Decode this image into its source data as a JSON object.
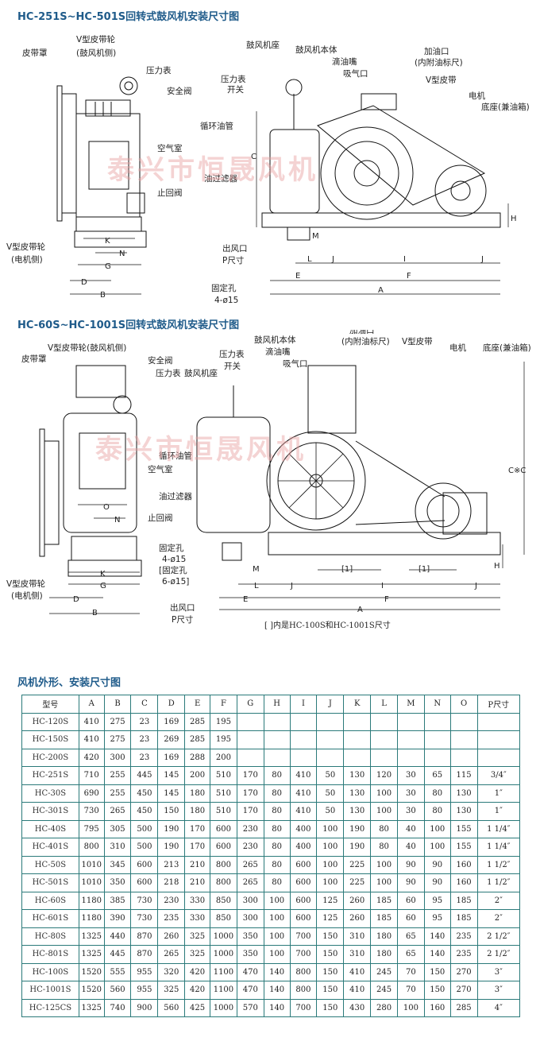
{
  "titles": {
    "top": "HC-251S~HC-501S回转式鼓风机安装尺寸图",
    "middle": "HC-60S~HC-1001S回转式鼓风机安装尺寸图",
    "table": "风机外形、安装尺寸图"
  },
  "watermark": "泰兴市恒晟风机",
  "diagram1": {
    "side_labels": [
      "皮带罩",
      "V型皮带轮",
      "(鼓风机侧)",
      "压力表",
      "安全阀",
      "空气室",
      "止回阀",
      "V型皮带轮",
      "(电机侧)"
    ],
    "main_labels": [
      "鼓风机座",
      "鼓风机本体",
      "滴油嘴",
      "吸气口",
      "加油口",
      "(内附油标尺)",
      "压力表",
      "开关",
      "V型皮带",
      "电机",
      "底座(兼油箱)",
      "循环油管",
      "油过滤器",
      "出风口",
      "P尺寸",
      "固定孔",
      "4-ø15"
    ],
    "dims": [
      "K",
      "N",
      "G",
      "D",
      "B",
      "C",
      "H",
      "M",
      "L",
      "J",
      "I",
      "J",
      "E",
      "F",
      "A"
    ]
  },
  "diagram2": {
    "side_labels": [
      "皮带罩",
      "V型皮带轮(鼓风机侧)",
      "安全阀",
      "压力表",
      "空气室",
      "止回阀",
      "固定孔",
      "4-ø15",
      "[固定孔",
      "6-ø15]",
      "V型皮带轮",
      "(电机侧)"
    ],
    "main_labels": [
      "加油口",
      "(内附油标尺)",
      "V型皮带",
      "鼓风机本体",
      "滴油嘴",
      "压力表",
      "开关",
      "吸气口",
      "鼓风机座",
      "电机",
      "底座(兼油箱)",
      "循环油管",
      "油过滤器",
      "出风口",
      "P尺寸"
    ],
    "dims": [
      "O",
      "N",
      "K",
      "G",
      "D",
      "B",
      "C※C",
      "H",
      "M",
      "L",
      "J",
      "[1]",
      "[1]",
      "I",
      "J",
      "E",
      "F",
      "A"
    ],
    "note": "[ ]内是HC-100S和HC-1001S尺寸"
  },
  "table": {
    "headers": [
      "型号",
      "A",
      "B",
      "C",
      "D",
      "E",
      "F",
      "G",
      "H",
      "I",
      "J",
      "K",
      "L",
      "M",
      "N",
      "O",
      "P尺寸"
    ],
    "rows": [
      [
        "HC-120S",
        "410",
        "275",
        "23",
        "169",
        "285",
        "195",
        "",
        "",
        "",
        "",
        "",
        "",
        "",
        "",
        "",
        ""
      ],
      [
        "HC-150S",
        "410",
        "275",
        "23",
        "269",
        "285",
        "195",
        "",
        "",
        "",
        "",
        "",
        "",
        "",
        "",
        "",
        ""
      ],
      [
        "HC-200S",
        "420",
        "300",
        "23",
        "169",
        "288",
        "200",
        "",
        "",
        "",
        "",
        "",
        "",
        "",
        "",
        "",
        ""
      ],
      [
        "HC-251S",
        "710",
        "255",
        "445",
        "145",
        "200",
        "510",
        "170",
        "80",
        "410",
        "50",
        "130",
        "120",
        "30",
        "65",
        "115",
        "3/4″"
      ],
      [
        "HC-30S",
        "690",
        "255",
        "450",
        "145",
        "180",
        "510",
        "170",
        "80",
        "410",
        "50",
        "130",
        "100",
        "30",
        "80",
        "130",
        "1″"
      ],
      [
        "HC-301S",
        "730",
        "265",
        "450",
        "150",
        "180",
        "510",
        "170",
        "80",
        "410",
        "50",
        "130",
        "100",
        "30",
        "80",
        "130",
        "1″"
      ],
      [
        "HC-40S",
        "795",
        "305",
        "500",
        "190",
        "170",
        "600",
        "230",
        "80",
        "400",
        "100",
        "190",
        "80",
        "40",
        "100",
        "155",
        "1 1/4″"
      ],
      [
        "HC-401S",
        "800",
        "310",
        "500",
        "190",
        "170",
        "600",
        "230",
        "80",
        "400",
        "100",
        "190",
        "80",
        "40",
        "100",
        "155",
        "1 1/4″"
      ],
      [
        "HC-50S",
        "1010",
        "345",
        "600",
        "213",
        "210",
        "800",
        "265",
        "80",
        "600",
        "100",
        "225",
        "100",
        "90",
        "90",
        "160",
        "1 1/2″"
      ],
      [
        "HC-501S",
        "1010",
        "350",
        "600",
        "218",
        "210",
        "800",
        "265",
        "80",
        "600",
        "100",
        "225",
        "100",
        "90",
        "90",
        "160",
        "1 1/2″"
      ],
      [
        "HC-60S",
        "1180",
        "385",
        "730",
        "230",
        "330",
        "850",
        "300",
        "100",
        "600",
        "125",
        "260",
        "185",
        "60",
        "95",
        "185",
        "2″"
      ],
      [
        "HC-601S",
        "1180",
        "390",
        "730",
        "235",
        "330",
        "850",
        "300",
        "100",
        "600",
        "125",
        "260",
        "185",
        "60",
        "95",
        "185",
        "2″"
      ],
      [
        "HC-80S",
        "1325",
        "440",
        "870",
        "260",
        "325",
        "1000",
        "350",
        "100",
        "700",
        "150",
        "310",
        "180",
        "65",
        "140",
        "235",
        "2 1/2″"
      ],
      [
        "HC-801S",
        "1325",
        "445",
        "870",
        "265",
        "325",
        "1000",
        "350",
        "100",
        "700",
        "150",
        "310",
        "180",
        "65",
        "140",
        "235",
        "2 1/2″"
      ],
      [
        "HC-100S",
        "1520",
        "555",
        "955",
        "320",
        "420",
        "1100",
        "470",
        "140",
        "800",
        "150",
        "410",
        "245",
        "70",
        "150",
        "270",
        "3″"
      ],
      [
        "HC-1001S",
        "1520",
        "560",
        "955",
        "325",
        "420",
        "1100",
        "470",
        "140",
        "800",
        "150",
        "410",
        "245",
        "70",
        "150",
        "270",
        "3″"
      ],
      [
        "HC-125CS",
        "1325",
        "740",
        "900",
        "560",
        "425",
        "1000",
        "570",
        "140",
        "700",
        "150",
        "430",
        "280",
        "100",
        "160",
        "285",
        "4″"
      ]
    ]
  }
}
